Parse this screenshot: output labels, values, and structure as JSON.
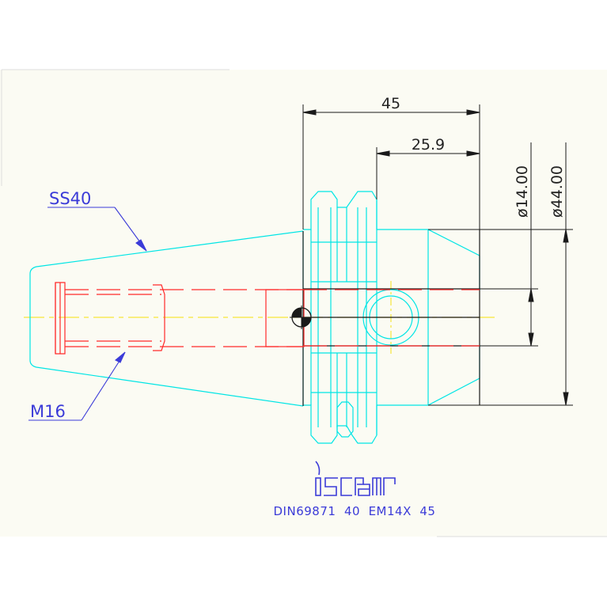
{
  "drawing": {
    "dimensions": {
      "overall_length": "45",
      "bore_depth": "25.9",
      "bore_diameter": "ø14.00",
      "flange_diameter": "ø44.00"
    },
    "callouts": {
      "taper": "SS40",
      "thread": "M16"
    },
    "logo": {
      "brand": "iscar"
    },
    "caption": "DIN69871  40  EM14X  45"
  },
  "colors": {
    "background_panel": "#fbfbf3",
    "body_outline": "#00e5e5",
    "hidden_lines": "#ff2a2a",
    "center_lines": "#f5e63a",
    "dimension_lines": "#1a1a1a",
    "annotation": "#3b3bd8"
  }
}
